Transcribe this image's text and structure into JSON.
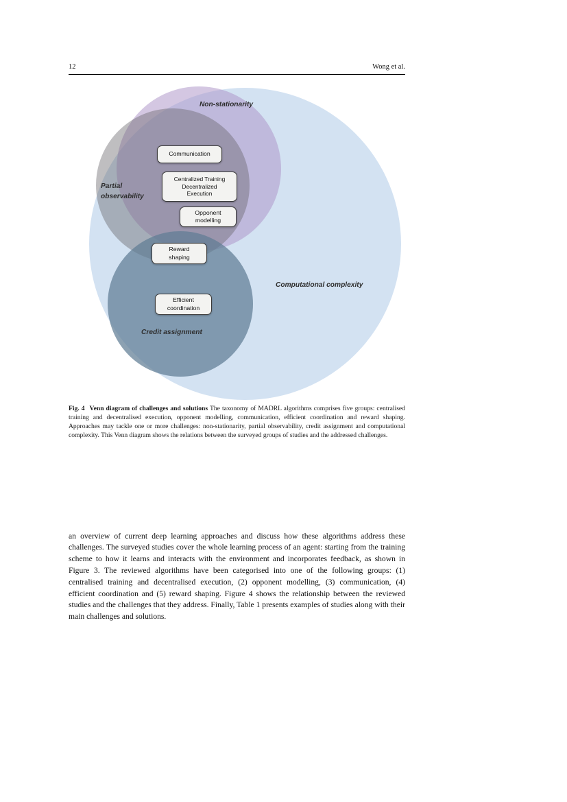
{
  "header": {
    "page_number": "12",
    "running_head": "Wong et al."
  },
  "figure": {
    "sets": {
      "non_stationarity": {
        "label": "Non-stationarity",
        "fill": "#c0b4da"
      },
      "partial_observability": {
        "label": "Partial\nobservability",
        "fill": "#b2b0b4"
      },
      "computational_complexity": {
        "label": "Computational complexity",
        "fill": "#d3e2f2"
      },
      "credit_assignment": {
        "label": "Credit assignment",
        "fill": "#7f98ad"
      }
    },
    "nodes": {
      "communication": {
        "label": "Communication"
      },
      "ctde": {
        "label": "Centralized Training\nDecentralized\nExecution"
      },
      "opponent_modelling": {
        "label": "Opponent\nmodelling"
      },
      "reward_shaping": {
        "label": "Reward\nshaping"
      },
      "efficient_coordination": {
        "label": "Efficient\ncoordination"
      }
    },
    "node_style": {
      "fill": "#f3f3f1",
      "border": "#3a3a3a"
    },
    "caption": {
      "label": "Fig. 4",
      "title": "Venn diagram of challenges and solutions",
      "body": "The taxonomy of MADRL algorithms comprises five groups: centralised training and decentralised execution, opponent modelling, communication, efficient coordination and reward shaping. Approaches may tackle one or more challenges: non-stationarity, partial observability, credit assignment and computational complexity. This Venn diagram shows the relations between the surveyed groups of studies and the addressed challenges."
    }
  },
  "body": {
    "paragraph": "an overview of current deep learning approaches and discuss how these algorithms address these challenges. The surveyed studies cover the whole learning process of an agent: starting from the training scheme to how it learns and interacts with the environment and incorporates feedback, as shown in Figure 3. The reviewed algorithms have been categorised into one of the following groups: (1) centralised training and decentralised execution, (2) opponent modelling, (3) communication, (4) efficient coordination and (5) reward shaping. Figure 4 shows the relationship between the reviewed studies and the challenges that they address. Finally, Table 1 presents examples of studies along with their main challenges and solutions."
  }
}
